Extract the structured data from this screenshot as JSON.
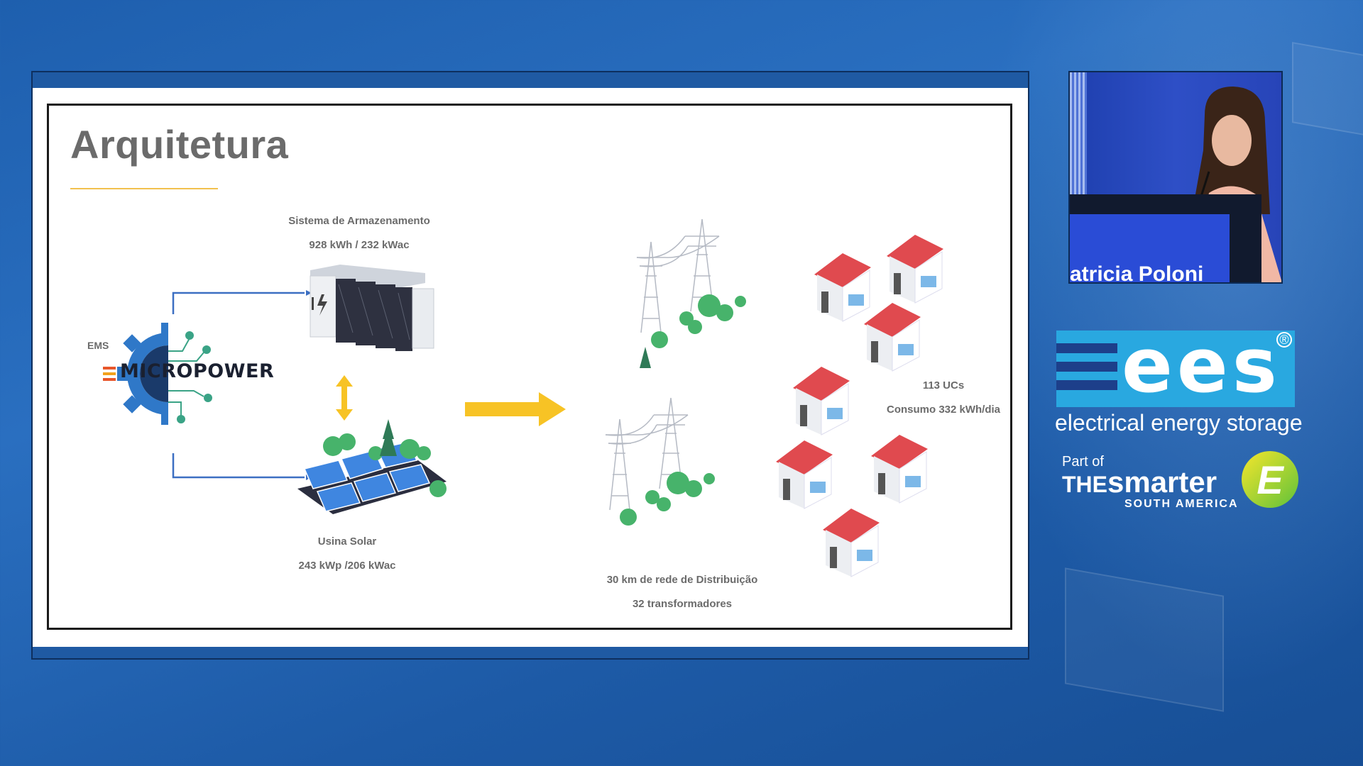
{
  "slide": {
    "title": "Arquitetura",
    "ems_label": "EMS",
    "micropower_logo": "MICROPOWER",
    "storage_title": "Sistema de Armazenamento",
    "storage_spec": "928 kWh / 232 kWac",
    "solar_title": "Usina Solar",
    "solar_spec": "243 kWp /206 kWac",
    "grid_line1": "30 km de rede de Distribuição",
    "grid_line2": "32 transformadores",
    "ucs_line1": "113 UCs",
    "ucs_line2": "Consumo 332 kWh/dia"
  },
  "speaker": {
    "name_partial": "atricia Poloni"
  },
  "branding": {
    "ees_logo": "ees",
    "ees_subtitle": "electrical energy storage",
    "part_of": "Part of",
    "the": "THE",
    "smarter": "smarter",
    "south_america": "SOUTH AMERICA",
    "e_letter": "E"
  },
  "colors": {
    "accent_yellow": "#f7c325",
    "line_blue": "#3c6fc2",
    "roof_red": "#e04a4f",
    "ees_cyan": "#29a8e0"
  },
  "icons": [
    "battery-cabinet-icon",
    "solar-panel-icon",
    "transmission-tower-icon",
    "house-icon",
    "gear-icon",
    "tree-icon",
    "double-arrow-icon",
    "right-arrow-icon"
  ]
}
